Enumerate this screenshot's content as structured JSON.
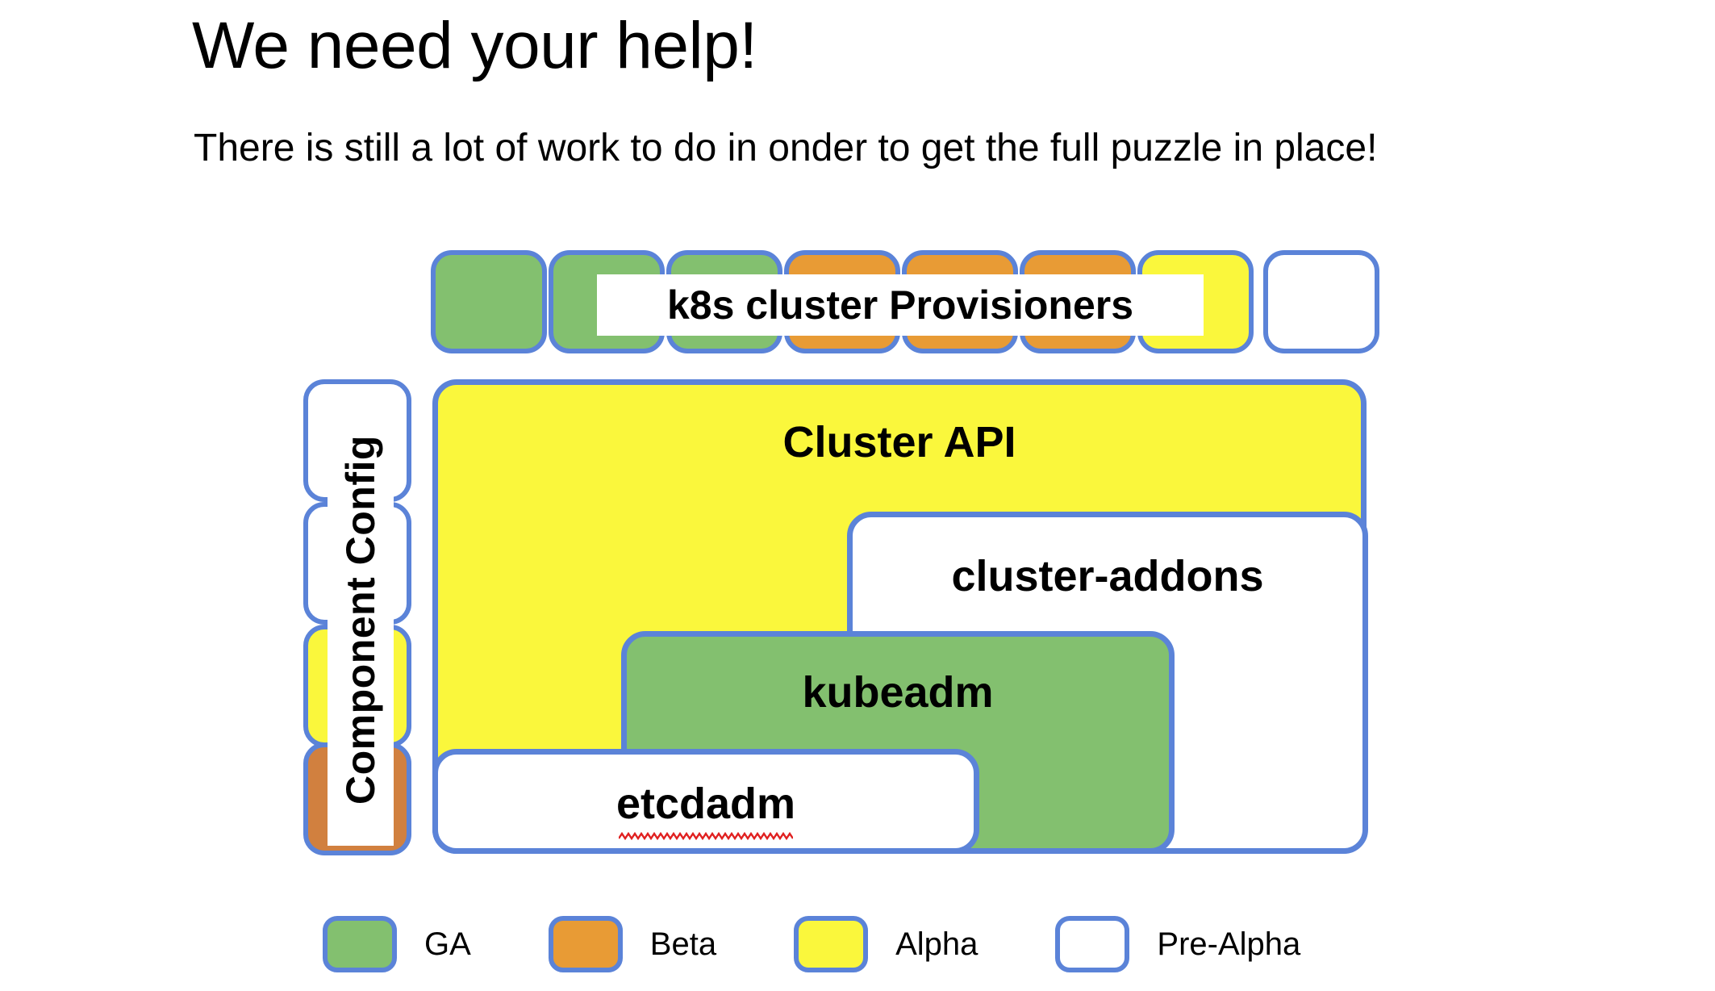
{
  "slide": {
    "title": "We need your help!",
    "subtitle": "There is still a lot of work to do in onder to get the full puzzle in place!"
  },
  "colors": {
    "border": "#5B83D8",
    "ga": "#83C06F",
    "beta": "#E89B35",
    "beta_muted": "#D1803F",
    "alpha": "#FAF73C",
    "pre_alpha": "#FFFFFF",
    "spellcheck": "#E02020",
    "text": "#000000",
    "background": "#FFFFFF"
  },
  "provisioner_row": {
    "label": "k8s cluster Provisioners",
    "tiles": [
      {
        "name": "tile-1",
        "status": "GA",
        "fill": "ga"
      },
      {
        "name": "tile-2",
        "status": "GA",
        "fill": "ga"
      },
      {
        "name": "tile-3",
        "status": "GA",
        "fill": "ga"
      },
      {
        "name": "tile-4",
        "status": "Beta",
        "fill": "beta"
      },
      {
        "name": "tile-5",
        "status": "Beta",
        "fill": "beta"
      },
      {
        "name": "tile-6",
        "status": "Beta",
        "fill": "beta"
      },
      {
        "name": "tile-7",
        "status": "Alpha",
        "fill": "alpha"
      },
      {
        "name": "tile-8",
        "status": "Pre-Alpha",
        "fill": "prealpha"
      }
    ]
  },
  "component_config": {
    "label": "Component Config",
    "tiles": [
      {
        "name": "cc-tile-1",
        "status": "Pre-Alpha",
        "fill": "prealpha"
      },
      {
        "name": "cc-tile-2",
        "status": "Pre-Alpha",
        "fill": "prealpha"
      },
      {
        "name": "cc-tile-3",
        "status": "Alpha",
        "fill": "alpha"
      },
      {
        "name": "cc-tile-4",
        "status": "Beta",
        "fill": "beta-alt"
      }
    ]
  },
  "nested_boxes": {
    "cluster_api": {
      "label": "Cluster API",
      "status": "Alpha"
    },
    "cluster_addons": {
      "label": "cluster-addons",
      "status": "Pre-Alpha"
    },
    "kubeadm": {
      "label": "kubeadm",
      "status": "GA"
    },
    "etcdadm": {
      "label": "etcdadm",
      "status": "Pre-Alpha",
      "spellcheck_flagged": true
    }
  },
  "legend": {
    "items": [
      {
        "label": "GA",
        "fill": "ga"
      },
      {
        "label": "Beta",
        "fill": "beta"
      },
      {
        "label": "Alpha",
        "fill": "alpha"
      },
      {
        "label": "Pre-Alpha",
        "fill": "prealpha"
      }
    ]
  }
}
